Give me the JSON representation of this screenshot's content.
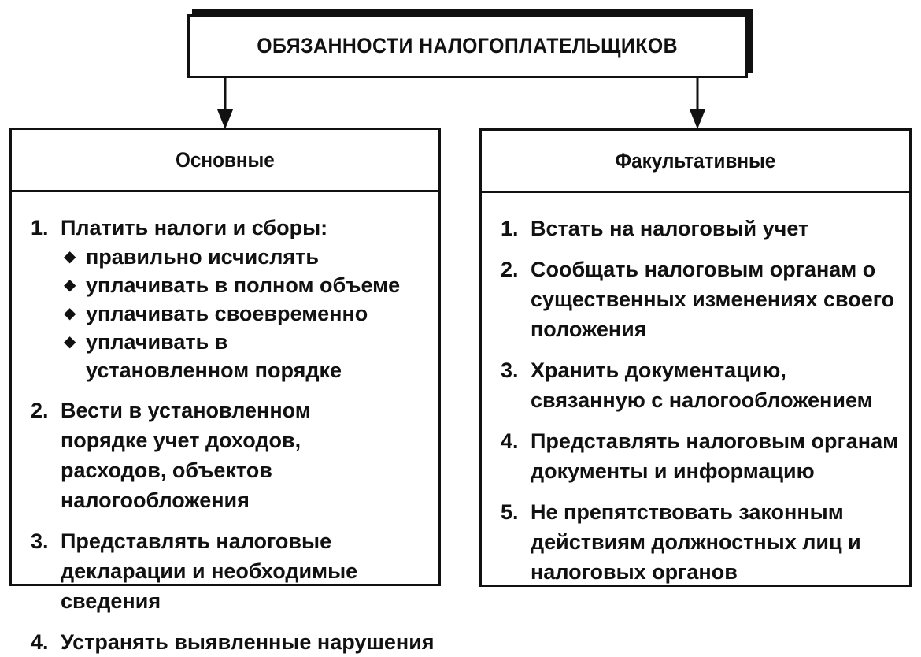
{
  "title": "ОБЯЗАННОСТИ НАЛОГОПЛАТЕЛЬЩИКОВ",
  "left": {
    "header": "Основные",
    "items": [
      {
        "num": "1.",
        "text": "Платить налоги и сборы:",
        "bullets": [
          "правильно исчислять",
          "уплачивать в полном объеме",
          "уплачивать своевременно",
          "уплачивать в установленном порядке"
        ]
      },
      {
        "num": "2.",
        "text": "Вести в установленном порядке учет доходов, расходов, объектов налогообложения"
      },
      {
        "num": "3.",
        "text": "Представлять налоговые декларации и необходимые сведения"
      },
      {
        "num": "4.",
        "text": "Устранять выявленные нарушения"
      }
    ]
  },
  "right": {
    "header": "Факультативные",
    "items": [
      {
        "num": "1.",
        "text": "Встать на налоговый учет"
      },
      {
        "num": "2.",
        "text": "Сообщать налоговым органам о существенных изменениях своего положения"
      },
      {
        "num": "3.",
        "text": "Хранить документацию, связанную с налогообложением"
      },
      {
        "num": "4.",
        "text": "Представлять налоговым органам документы и информацию"
      },
      {
        "num": "5.",
        "text": "Не препятствовать законным действиям должностных лиц и налоговых органов"
      }
    ]
  }
}
